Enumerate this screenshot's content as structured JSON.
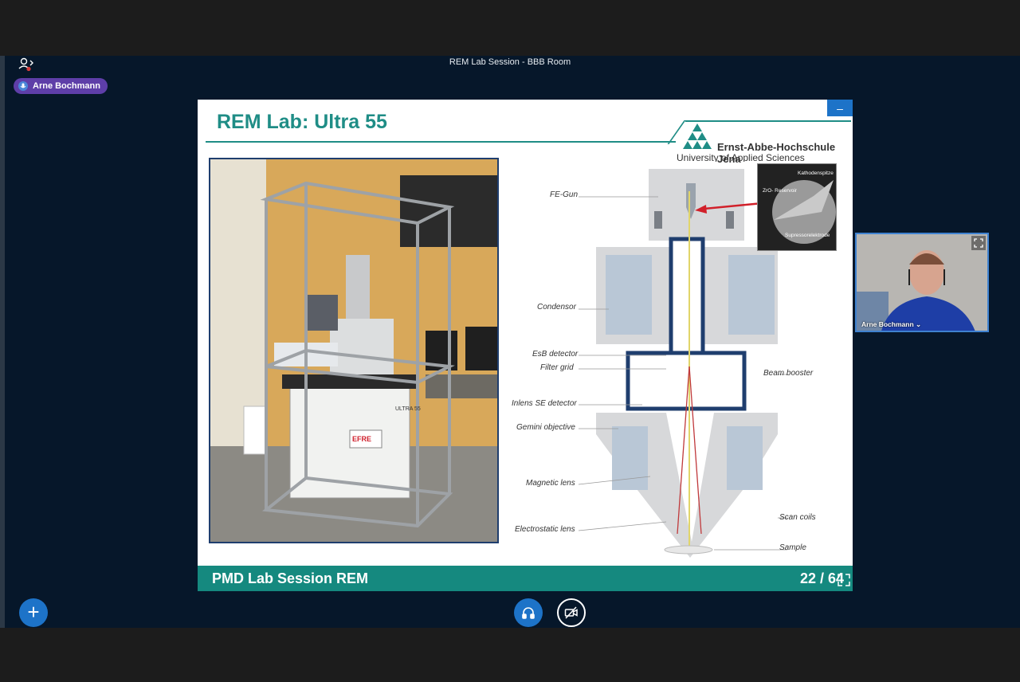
{
  "room": {
    "title": "REM Lab Session - BBB Room"
  },
  "presenter": {
    "name": "Arne Bochmann",
    "mic_icon": "microphone-icon"
  },
  "slide": {
    "title": "REM Lab: Ultra 55",
    "university_name": "Ernst-Abbe-Hochschule Jena",
    "university_sub": "University of Applied Sciences",
    "footer_title": "PMD Lab Session REM",
    "page_current": "22",
    "page_total": "64",
    "diagram_labels": {
      "fe_gun": "FE-Gun",
      "condensor": "Condensor",
      "esb_detector": "EsB detector",
      "filter_grid": "Filter grid",
      "inlens": "Inlens SE detector",
      "gemini": "Gemini objective",
      "magnetic": "Magnetic lens",
      "electrostatic": "Electrostatic lens",
      "beam_booster": "Beam booster",
      "scan_coils": "Scan coils",
      "sample": "Sample"
    },
    "inset_labels": {
      "kathode": "Kathodenspitze",
      "reservoir": "ZrO- Reservoir",
      "supressor": "Supressorelektrode"
    },
    "photo_labels": {
      "ultra": "ULTRA 55",
      "efre": "EFRE"
    }
  },
  "webcam": {
    "name": "Arne Bochmann"
  },
  "colors": {
    "accent": "#1d73c8",
    "slide_teal": "#1f8d86",
    "pill": "#5e3ea8",
    "background": "#06172a"
  }
}
